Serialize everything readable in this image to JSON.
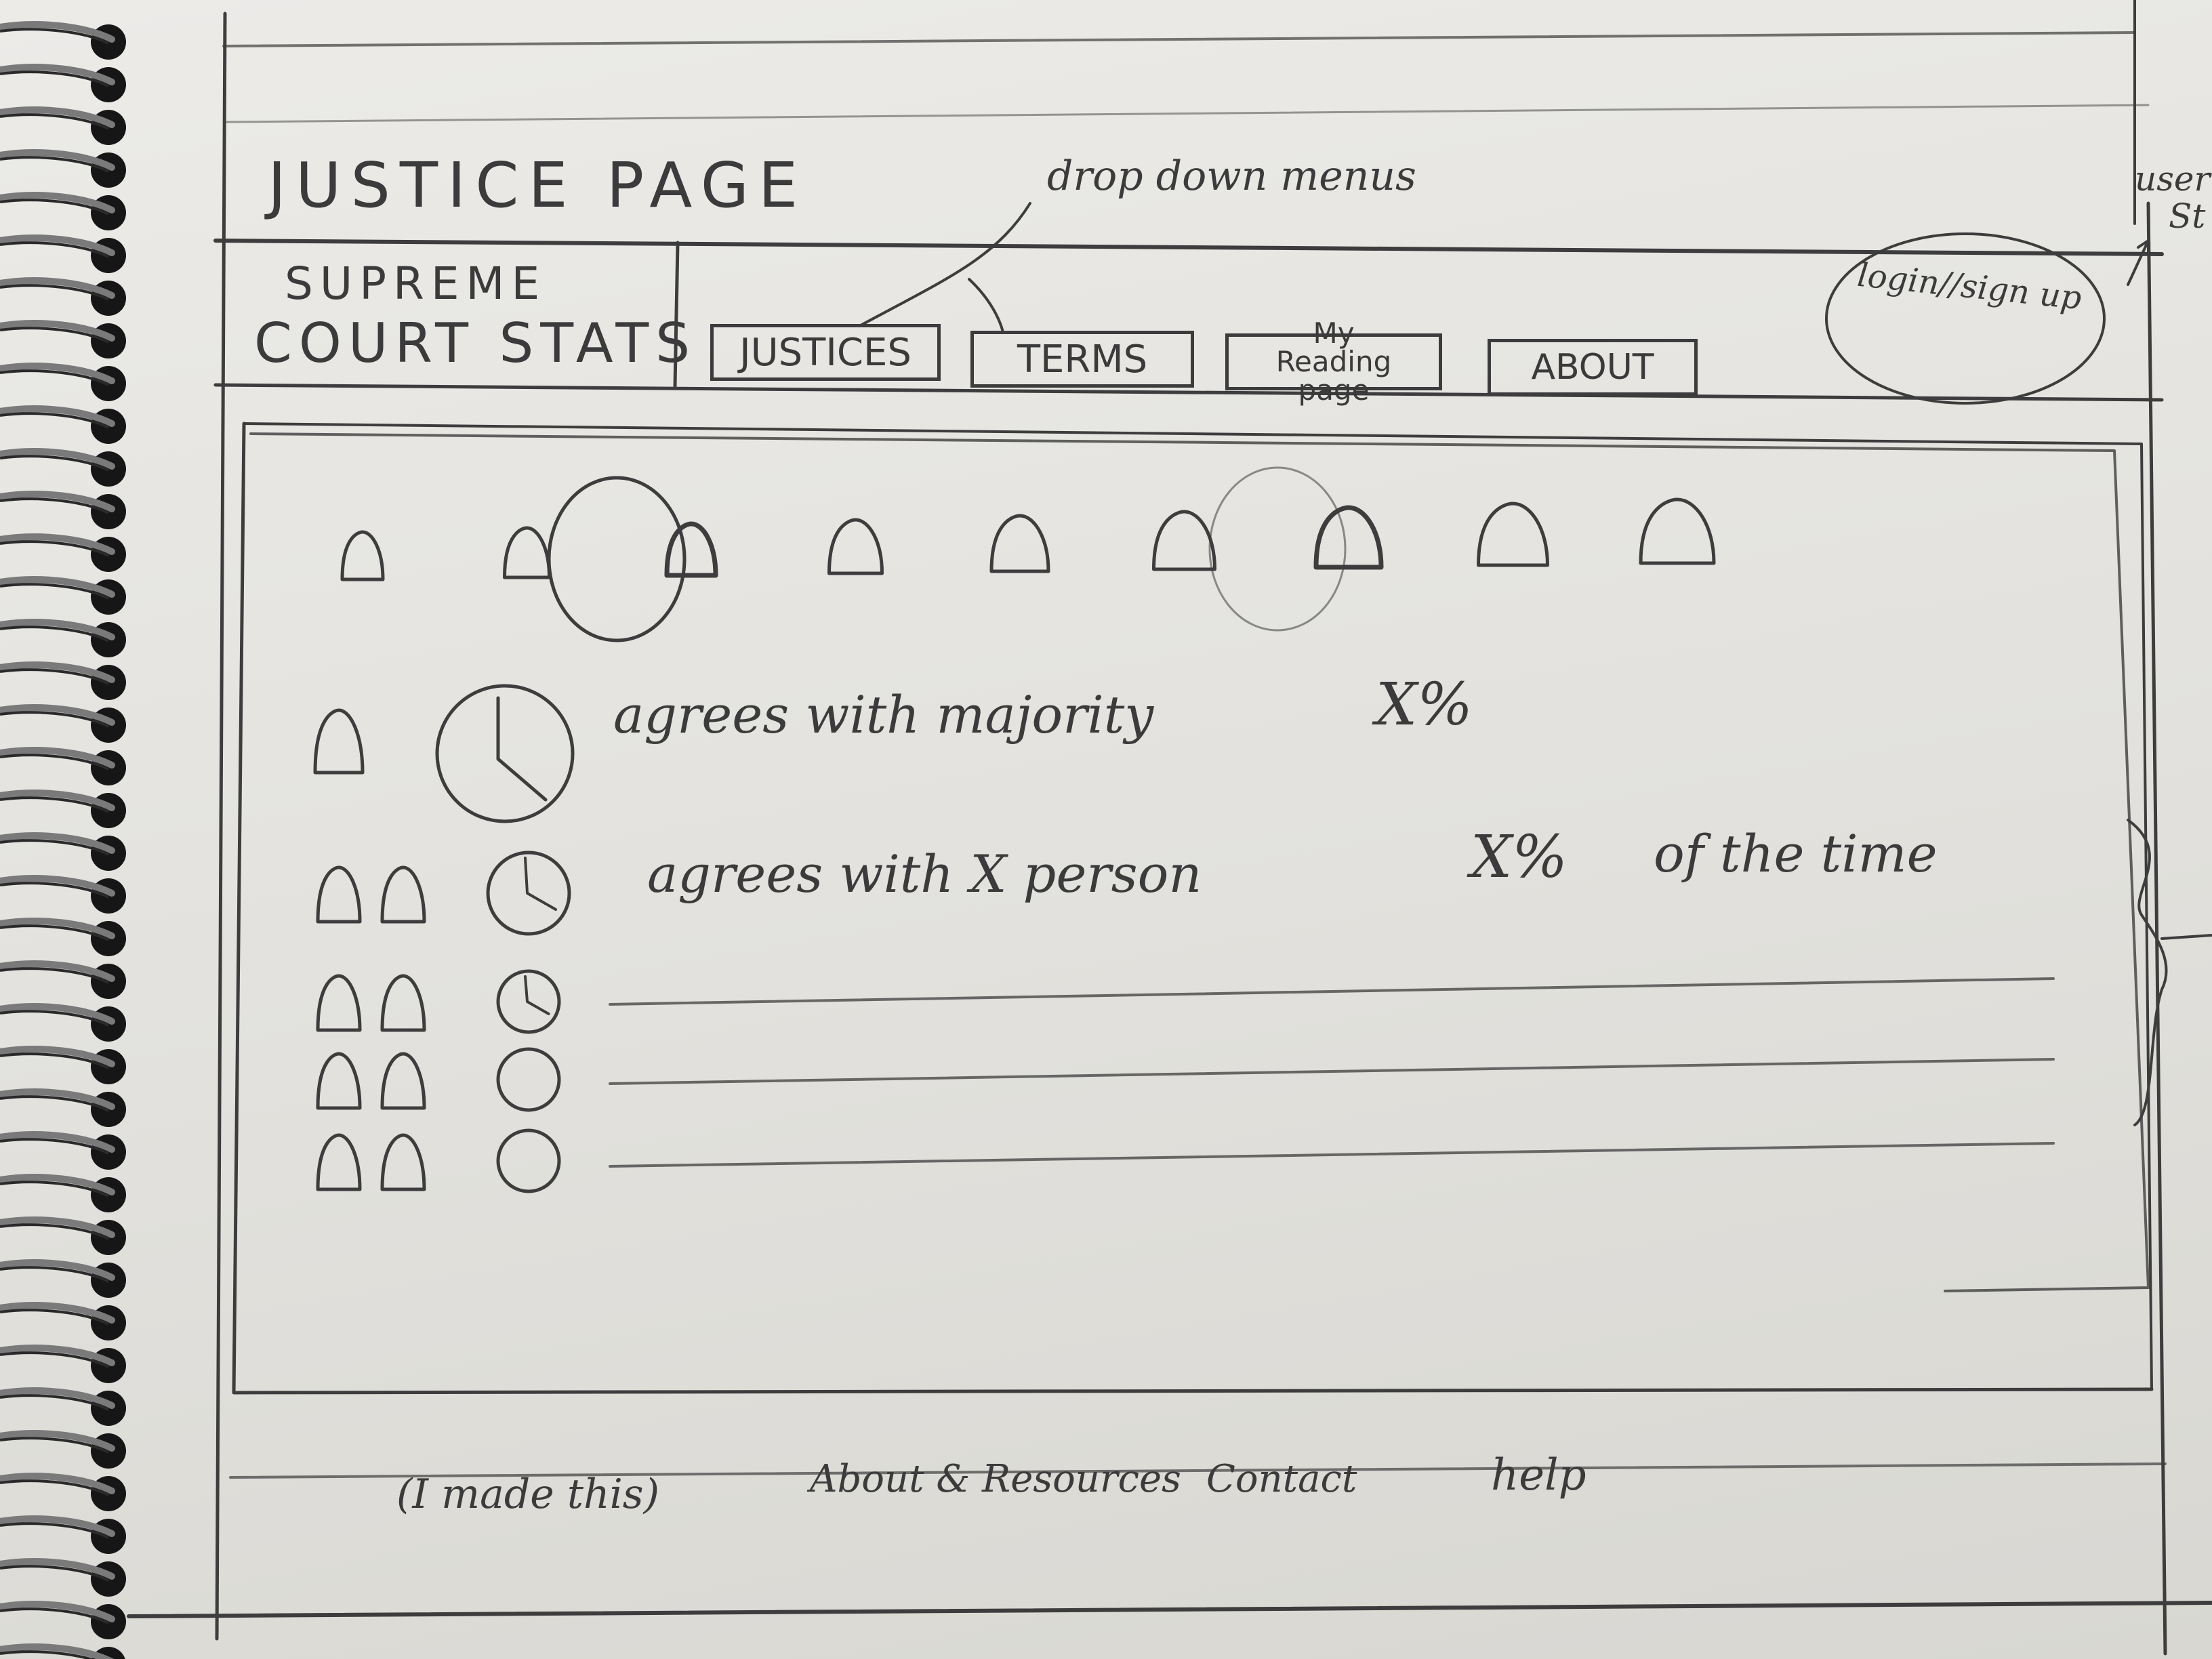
{
  "page_title": "JUSTICE PAGE",
  "annotations": {
    "drop_down": "drop down menus",
    "side_note_1": "user",
    "side_note_2": "St"
  },
  "brand": {
    "line1": "SUPREME",
    "line2": "COURT STATS"
  },
  "nav": {
    "tabs": [
      {
        "label": "JUSTICES"
      },
      {
        "label": "TERMS"
      },
      {
        "label": "My Reading page"
      },
      {
        "label": "ABOUT"
      }
    ],
    "auth": "login//sign up"
  },
  "justices": {
    "count": 9,
    "highlighted": [
      3,
      7
    ]
  },
  "stats": {
    "majority": {
      "text": "agrees with majority",
      "value": "X%"
    },
    "person": {
      "text": "agrees with X person",
      "value": "X%",
      "suffix": "of the time"
    },
    "placeholder_rows": 3
  },
  "footer": {
    "credit": "(I made this)",
    "links": [
      "About & Resources",
      "Contact",
      "help"
    ]
  }
}
